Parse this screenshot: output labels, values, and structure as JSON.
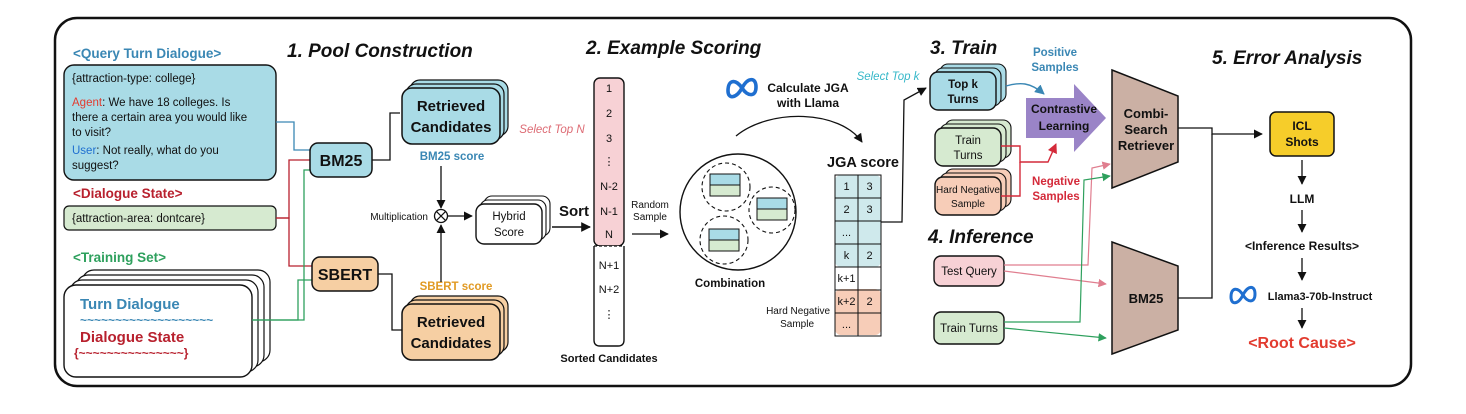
{
  "sections": {
    "pool": "1. Pool Construction",
    "scoring": "2. Example Scoring",
    "train": "3. Train",
    "inference": "4. Inference",
    "error": "5. Error Analysis"
  },
  "query": {
    "title": "<Query Turn Dialogue>",
    "type_line": "{attraction-type: college}",
    "agent_label": "Agent",
    "agent_l1": ": We have 18 colleges. Is",
    "agent_l2": "there a certain area you would like",
    "agent_l3": "to visit?",
    "user_label": "User",
    "user_l1": ": Not really, what do you",
    "user_l2": "suggest?"
  },
  "dialogue_state": {
    "title": "<Dialogue State>",
    "value": "{attraction-area: dontcare}"
  },
  "training_set": {
    "title": "<Training Set>",
    "turn_dialogue": "Turn Dialogue",
    "tilde1": "~~~~~~~~~~~~~~~~~~~",
    "dialogue_state": "Dialogue State",
    "tilde2": "{~~~~~~~~~~~~~~~}"
  },
  "pool": {
    "bm25": "BM25",
    "sbert": "SBERT",
    "retrieved_1": "Retrieved",
    "retrieved_2": "Candidates",
    "bm25_score": "BM25 score",
    "sbert_score": "SBERT score",
    "multiplication": "Multiplication",
    "hybrid_1": "Hybrid",
    "hybrid_2": "Score",
    "sort": "Sort"
  },
  "sorted": {
    "select_top_n": "Select Top N",
    "items": [
      "1",
      "2",
      "3",
      "⋮",
      "N-2",
      "N-1",
      "N",
      "N+1",
      "N+2",
      "⋮"
    ],
    "caption": "Sorted Candidates"
  },
  "scoring": {
    "random_1": "Random",
    "random_2": "Sample",
    "calc_1": "Calculate JGA",
    "calc_2": "with Llama",
    "combination": "Combination",
    "jga_score": "JGA score",
    "jga_left": [
      "1",
      "2",
      "...",
      "k",
      "k+1",
      "k+2",
      "..."
    ],
    "jga_right": [
      "3",
      "3",
      "",
      "2",
      "",
      "2",
      ""
    ],
    "hard_neg_1": "Hard Negative",
    "hard_neg_2": "Sample"
  },
  "train": {
    "select_top_k": "Select Top k",
    "top_k_1": "Top k",
    "top_k_2": "Turns",
    "train_turns_1": "Train",
    "train_turns_2": "Turns",
    "hard_neg_1": "Hard Negative",
    "hard_neg_2": "Sample",
    "positive_1": "Positive",
    "positive_2": "Samples",
    "negative_1": "Negative",
    "negative_2": "Samples",
    "contrastive_1": "Contrastive",
    "contrastive_2": "Learning"
  },
  "retriever": {
    "combi_1": "Combi-",
    "combi_2": "Search",
    "combi_3": "Retriever",
    "bm25": "BM25"
  },
  "inference": {
    "test_query": "Test Query",
    "train_turns": "Train Turns"
  },
  "error": {
    "icl_1": "ICL",
    "icl_2": "Shots",
    "llm": "LLM",
    "results": "<Inference Results>",
    "model": "Llama3-70b-Instruct",
    "root_cause": "<Root Cause>"
  },
  "colors": {
    "blue_fill": "#a9dbe6",
    "green_fill": "#d6ead0",
    "orange_fill": "#f6cfa3",
    "pink_fill": "#f7d1d5",
    "purple": "#9a84c7",
    "trapezoid": "#cbb0a4",
    "icl_yellow": "#f6cd2a",
    "title_blue": "#3a87b4",
    "title_red": "#b8212e",
    "title_green": "#2ea05d",
    "select_pink": "#dd6b74",
    "select_cyan": "#37b8c9",
    "score_orange": "#e19a23",
    "root_red": "#e23b2f",
    "meta_blue": "#1f6fd0"
  }
}
